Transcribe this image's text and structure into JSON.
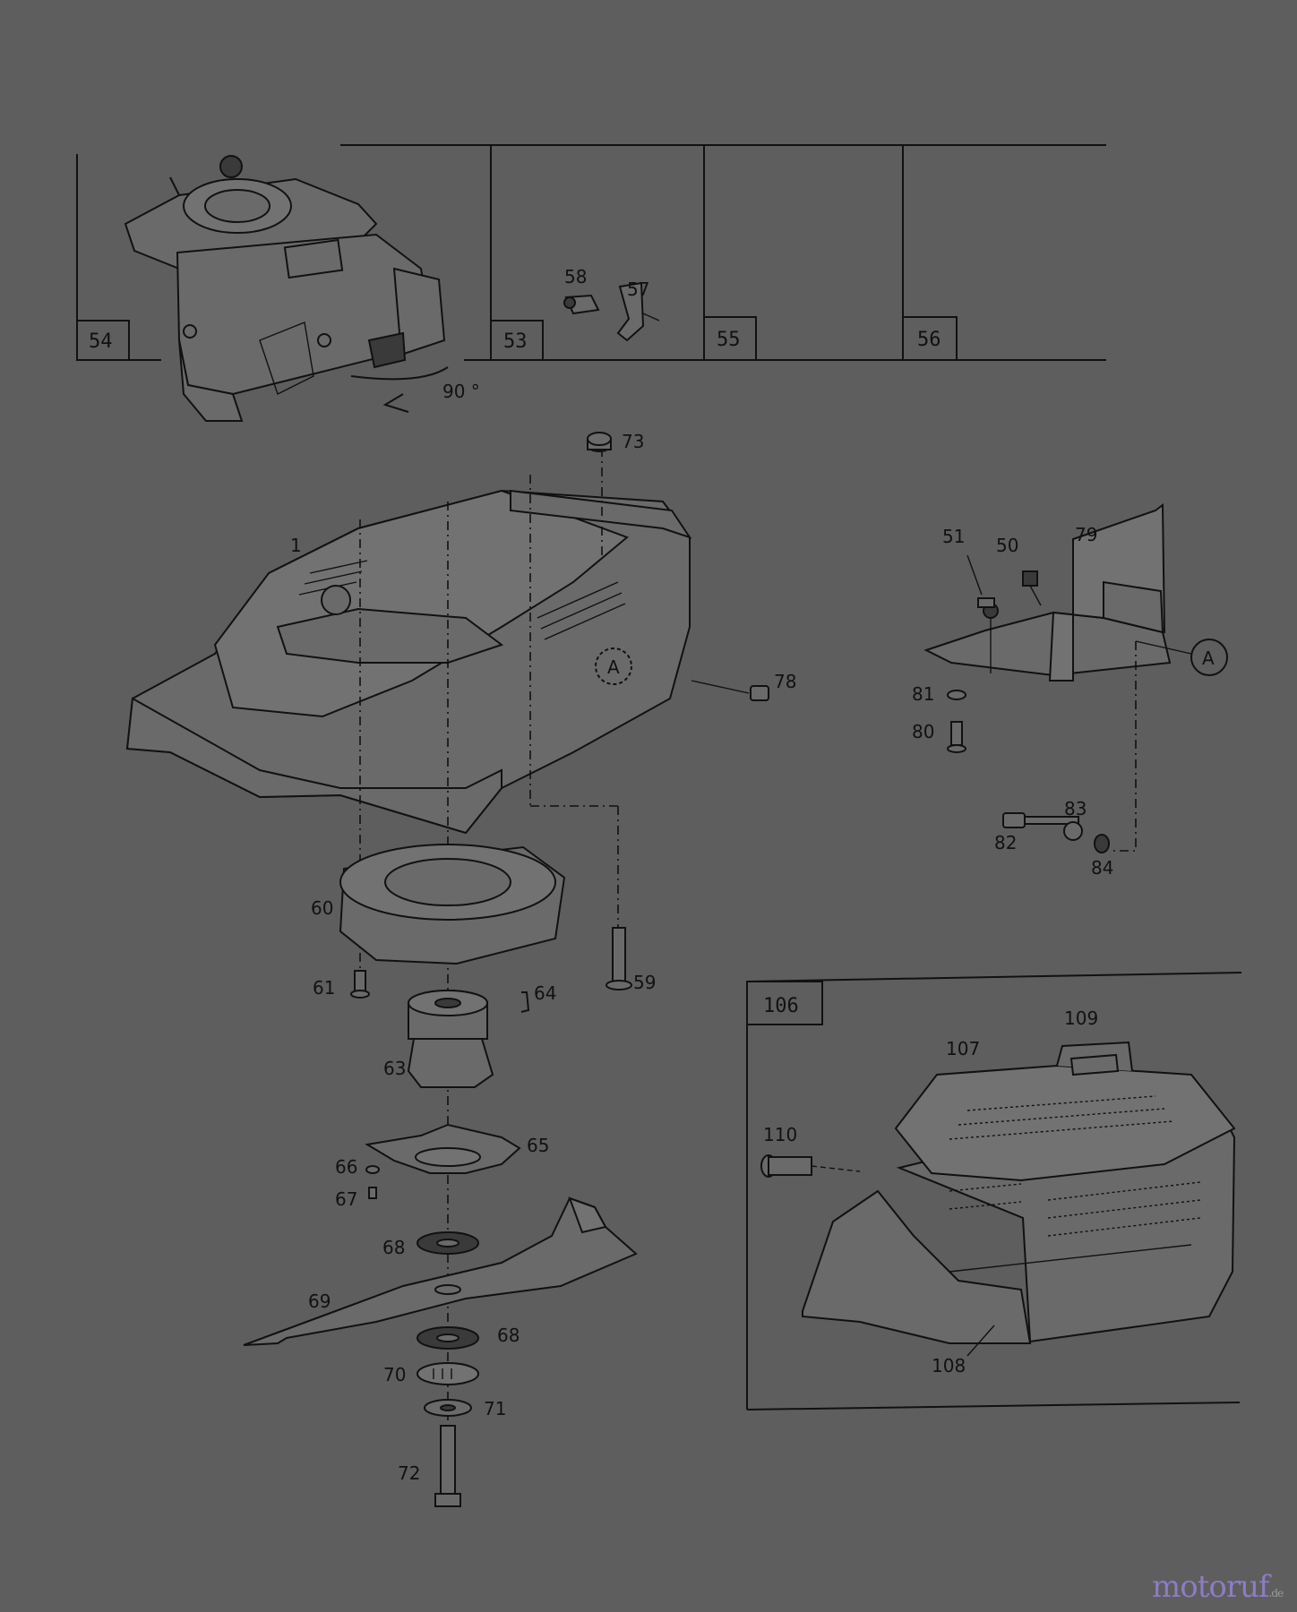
{
  "inset_boxes": {
    "engine": "54",
    "clip": "53",
    "empty_a": "55",
    "empty_b": "56",
    "grass_catcher": "106"
  },
  "rotation_note": "90 °",
  "callouts": {
    "p1": "1",
    "p50": "50",
    "p51": "51",
    "p57": "57",
    "p58": "58",
    "p59": "59",
    "p60": "60",
    "p61": "61",
    "p63": "63",
    "p64": "64",
    "p65": "65",
    "p66": "66",
    "p67": "67",
    "p68a": "68",
    "p68b": "68",
    "p69": "69",
    "p70": "70",
    "p71": "71",
    "p72": "72",
    "p73": "73",
    "p78": "78",
    "p79": "79",
    "p80": "80",
    "p81": "81",
    "p82": "82",
    "p83": "83",
    "p84": "84",
    "p107": "107",
    "p108": "108",
    "p109": "109",
    "p110": "110"
  },
  "reference_marks": {
    "deck": "A",
    "chute": "A"
  },
  "watermark": {
    "main": "motoruf",
    "sub": ".de"
  }
}
